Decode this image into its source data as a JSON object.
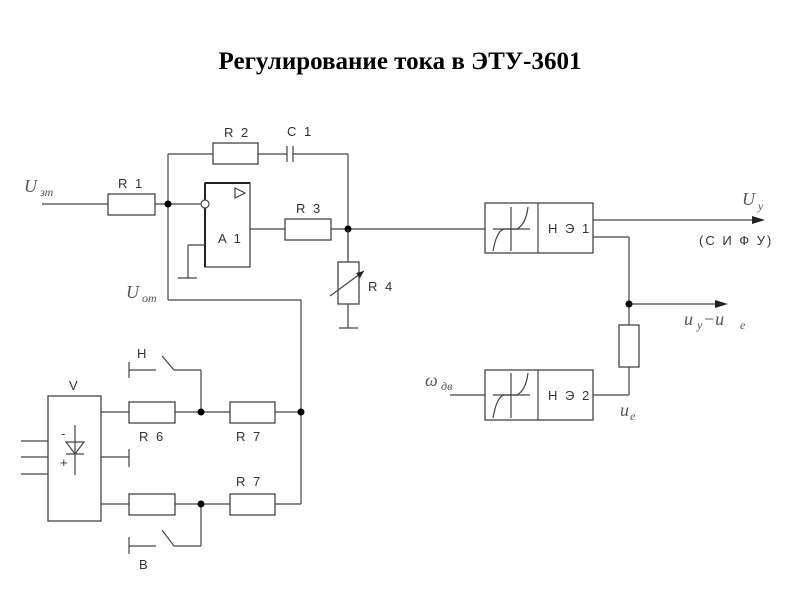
{
  "title": "Регулирование тока в ЭТУ-3601",
  "components": {
    "r1": "R 1",
    "r2": "R 2",
    "c1": "C 1",
    "r3": "R 3",
    "r4": "R 4",
    "a1": "A 1",
    "r6": "R 6",
    "r7a": "R 7",
    "r7b": "R 7",
    "ne1": "Н Э 1",
    "ne2": "Н Э 2",
    "v": "V",
    "switch_h": "Н",
    "switch_b": "В",
    "minus": "-",
    "plus": "+"
  },
  "signals": {
    "u_zt": "U",
    "u_zt_sub": "зт",
    "u_ot": "U",
    "u_ot_sub": "от",
    "u_y": "U",
    "u_y_sub": "у",
    "sifu": "(С И Ф У)",
    "uy_minus_ue": "u",
    "uy_sub": "у",
    "minus_sign": " −u",
    "ue_sub2": "е",
    "omega": "ω",
    "omega_sub": "дв",
    "u_e": "u",
    "u_e_sub": "е"
  }
}
